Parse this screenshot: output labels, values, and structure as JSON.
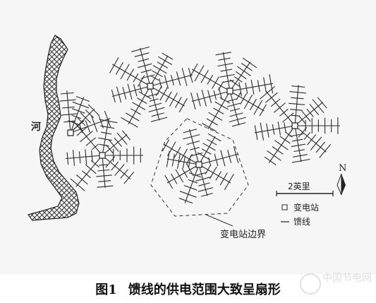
{
  "labels": {
    "river": "河",
    "boundary": "变电站边界",
    "north": "N"
  },
  "legend": {
    "scale": "2英里",
    "substation": "变电站",
    "feeder": "馈线"
  },
  "caption": {
    "number": "图1",
    "text": "馈线的供电范围大致呈扇形"
  },
  "watermark": {
    "text": "中国节电网"
  },
  "colors": {
    "line": "#2b2b2b",
    "background": "#f6f6f6",
    "river_hatch": "#333333"
  },
  "substations": [
    {
      "name": "substation-river"
    },
    {
      "name": "substation-west"
    },
    {
      "name": "substation-north-west"
    },
    {
      "name": "substation-north"
    },
    {
      "name": "substation-east"
    },
    {
      "name": "substation-center"
    }
  ]
}
